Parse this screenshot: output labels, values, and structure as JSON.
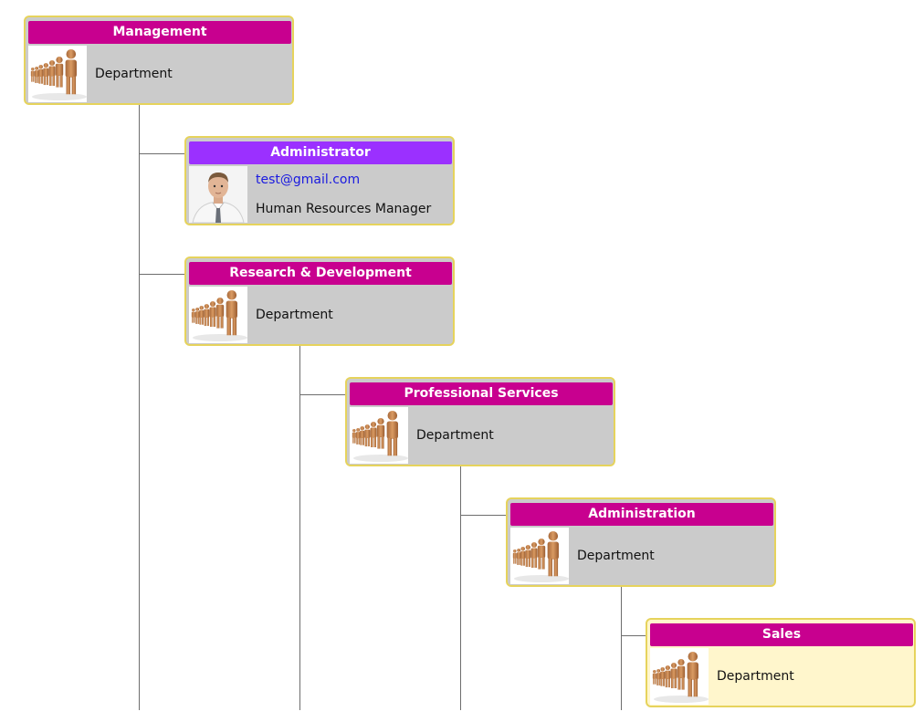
{
  "colors": {
    "department_header": "#c8008f",
    "person_header": "#9b30ff",
    "node_background": "#cbcbcb",
    "selected_background": "#fff6cc",
    "node_border": "#e6d35c",
    "connector": "#6d6d6d",
    "email_link": "#1a1ae0"
  },
  "nodes": [
    {
      "id": "management",
      "title": "Management",
      "subtitle": "Department",
      "icon": "crowd-icon"
    },
    {
      "id": "administrator",
      "title": "Administrator",
      "email": "test@gmail.com",
      "role": "Human Resources Manager",
      "icon": "person-photo-icon"
    },
    {
      "id": "research-development",
      "title": "Research & Development",
      "subtitle": "Department",
      "icon": "crowd-icon"
    },
    {
      "id": "professional-services",
      "title": "Professional Services",
      "subtitle": "Department",
      "icon": "crowd-icon"
    },
    {
      "id": "administration",
      "title": "Administration",
      "subtitle": "Department",
      "icon": "crowd-icon"
    },
    {
      "id": "sales",
      "title": "Sales",
      "subtitle": "Department",
      "icon": "crowd-icon",
      "selected": true
    }
  ]
}
